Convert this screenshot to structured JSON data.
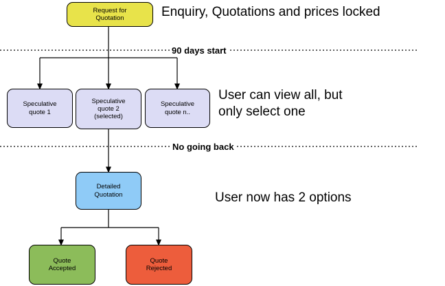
{
  "diagram": {
    "title_annotations": [
      {
        "id": "enquiry-note",
        "text": "Enquiry, Quotations and prices locked"
      },
      {
        "id": "view-note",
        "text": "User can view all, but\nonly select one"
      },
      {
        "id": "options-note",
        "text": "User now has 2 options"
      }
    ],
    "dividers": [
      {
        "id": "divider-90-days",
        "label": "90 days start"
      },
      {
        "id": "divider-no-going-back",
        "label": "No going back"
      }
    ],
    "nodes": {
      "request_for_quotation": {
        "label": "Request for\nQuotation",
        "color": "#e8e34a"
      },
      "speculative_quote_1": {
        "label": "Speculative\nquote 1",
        "color": "#dcdcf5"
      },
      "speculative_quote_2": {
        "label": "Speculative\nquote 2\n(selected)",
        "color": "#dcdcf5"
      },
      "speculative_quote_n": {
        "label": "Speculative\nquote n..",
        "color": "#dcdcf5"
      },
      "detailed_quotation": {
        "label": "Detailed\nQuotation",
        "color": "#8fcbf7"
      },
      "quote_accepted": {
        "label": "Quote\nAccepted",
        "color": "#8cbc5a"
      },
      "quote_rejected": {
        "label": "Quote\nRejected",
        "color": "#ed5d3c"
      }
    },
    "colors": {
      "background": "#ffffff",
      "stroke": "#000000",
      "yellow": "#e8e34a",
      "lavender": "#dcdcf5",
      "blue": "#8fcbf7",
      "green": "#8cbc5a",
      "red": "#ed5d3c"
    }
  }
}
